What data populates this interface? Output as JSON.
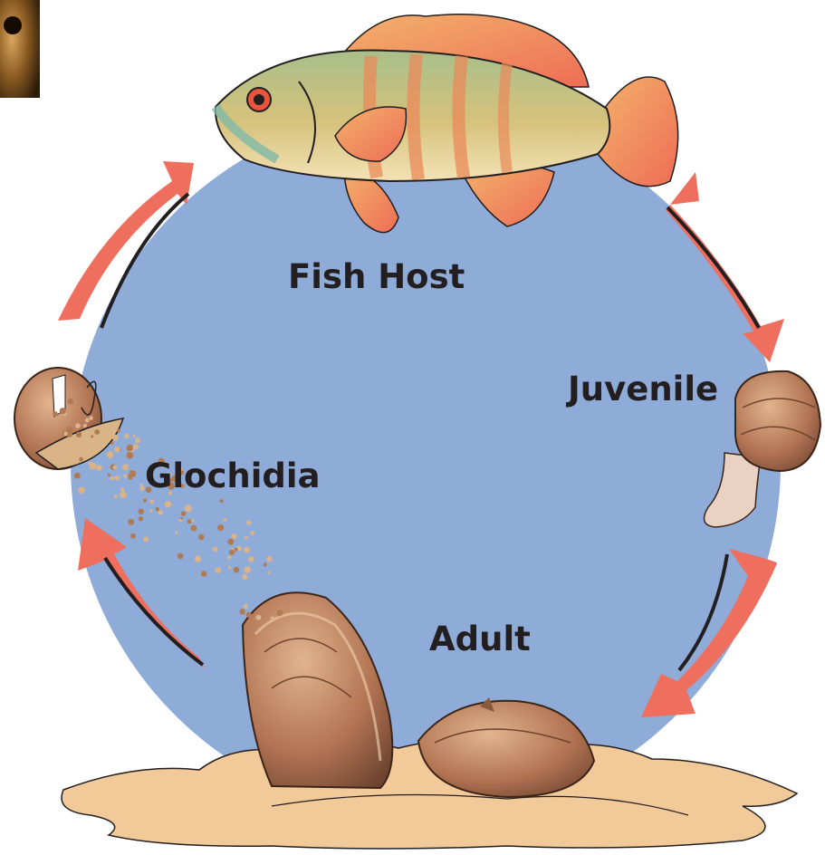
{
  "diagram": {
    "stages": {
      "fish_host": "Fish Host",
      "juvenile": "Juvenile",
      "adult": "Adult",
      "glochidia": "Glochidia"
    },
    "colors": {
      "circle": "#8fabd8",
      "arrow": "#ef6f5f",
      "sediment": "#f2c998",
      "shell": "#a9694a",
      "fish_body": "#c9c47a"
    }
  }
}
